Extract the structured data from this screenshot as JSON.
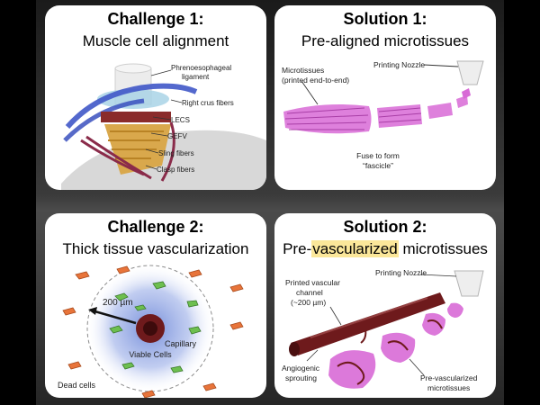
{
  "challenge1": {
    "heading": "Challenge 1:",
    "subtitle": "Muscle cell alignment",
    "labels": {
      "ligament_line1": "Phrenoesophageal",
      "ligament_line2": "ligament",
      "right_crus": "Right crus fibers",
      "lecs": "LECS",
      "gefv": "GEFV",
      "sling": "Sling fibers",
      "clasp": "Clasp fibers"
    }
  },
  "solution1": {
    "heading": "Solution 1:",
    "subtitle": "Pre-aligned microtissues",
    "labels": {
      "nozzle": "Printing Nozzle",
      "microtissues_line1": "Microtissues",
      "microtissues_line2": "(printed end-to-end)",
      "fuse_line1": "Fuse to form",
      "fuse_line2": "“fascicle”"
    }
  },
  "challenge2": {
    "heading": "Challenge 2:",
    "subtitle": "Thick tissue vascularization",
    "labels": {
      "distance": "200 µm",
      "capillary": "Capillary",
      "viable": "Viable Cells",
      "dead": "Dead cells"
    }
  },
  "solution2": {
    "heading": "Solution 2:",
    "subtitle_pre": "Pre-",
    "subtitle_highlight": "vascularized",
    "subtitle_post": " microtissues",
    "labels": {
      "nozzle": "Printing Nozzle",
      "channel_line1": "Printed vascular",
      "channel_line2": "channel",
      "channel_line3": "(~200 µm)",
      "angio_line1": "Angiogenic",
      "angio_line2": "sprouting",
      "prevasc_line1": "Pre-vascularized",
      "prevasc_line2": "microtissues"
    }
  },
  "colors": {
    "muscle_pink": "#d86ad6",
    "vessel": "#6e1a1c",
    "dead_orange": "#e8743a",
    "viable_green": "#6dbf4f",
    "highlight": "#fbe79a"
  }
}
